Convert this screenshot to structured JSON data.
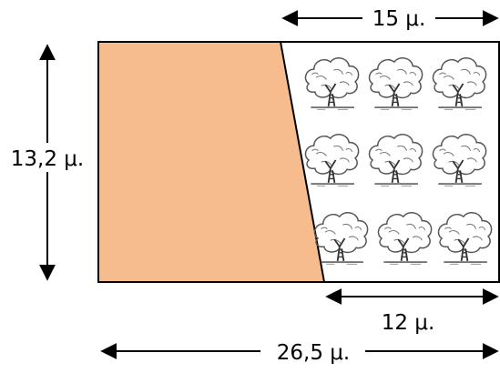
{
  "dimensions": {
    "top": "15 μ.",
    "left": "13,2 μ.",
    "bottom_short": "12 μ.",
    "bottom_total": "26,5 μ."
  },
  "colors": {
    "field_fill": "#f6bc8d",
    "outline": "#000000",
    "background": "#ffffff",
    "tree_stroke": "#555555"
  },
  "tree_icon": "tree-icon",
  "tree_grid": {
    "rows": 3,
    "cols": 3
  }
}
